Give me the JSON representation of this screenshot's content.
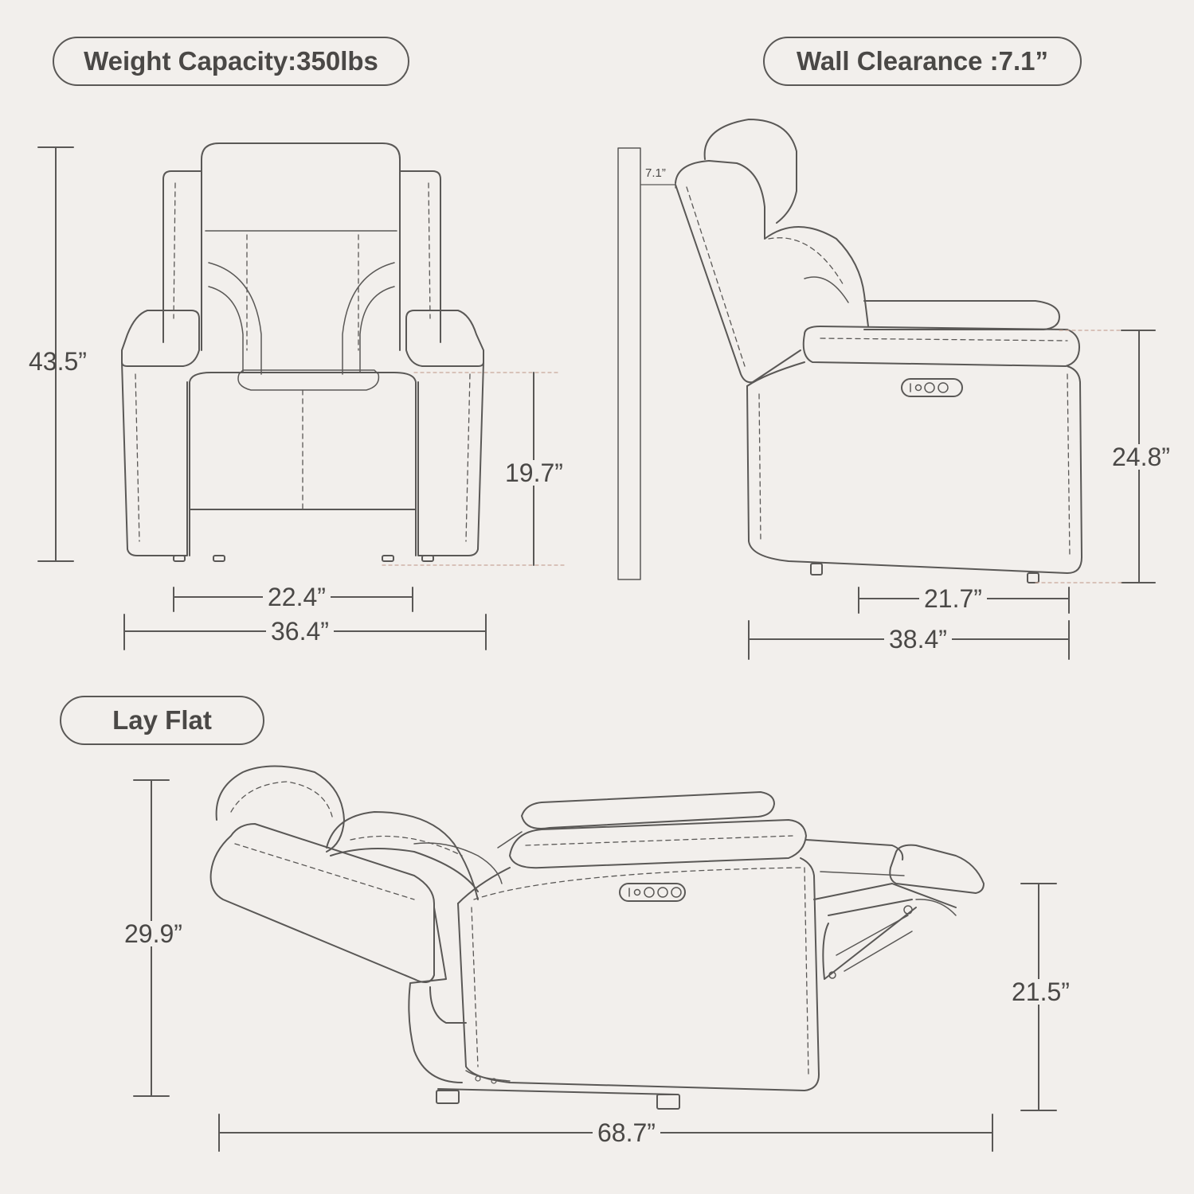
{
  "badges": {
    "weight_capacity": "Weight Capacity:350lbs",
    "wall_clearance": "Wall Clearance :7.1”",
    "lay_flat": "Lay Flat"
  },
  "front_view": {
    "height_total": "43.5”",
    "seat_height": "19.7”",
    "seat_width": "22.4”",
    "total_width": "36.4”"
  },
  "side_view": {
    "wall_gap": "7.1”",
    "arm_height": "24.8”",
    "seat_depth": "21.7”",
    "total_depth": "38.4”"
  },
  "lay_flat_view": {
    "height_total": "29.9”",
    "footrest_height": "21.5”",
    "length_total": "68.7”"
  },
  "colors": {
    "background": "#f2efec",
    "line": "#5a5856",
    "text": "#4a4846",
    "dashed_guide": "#c9a89a"
  }
}
